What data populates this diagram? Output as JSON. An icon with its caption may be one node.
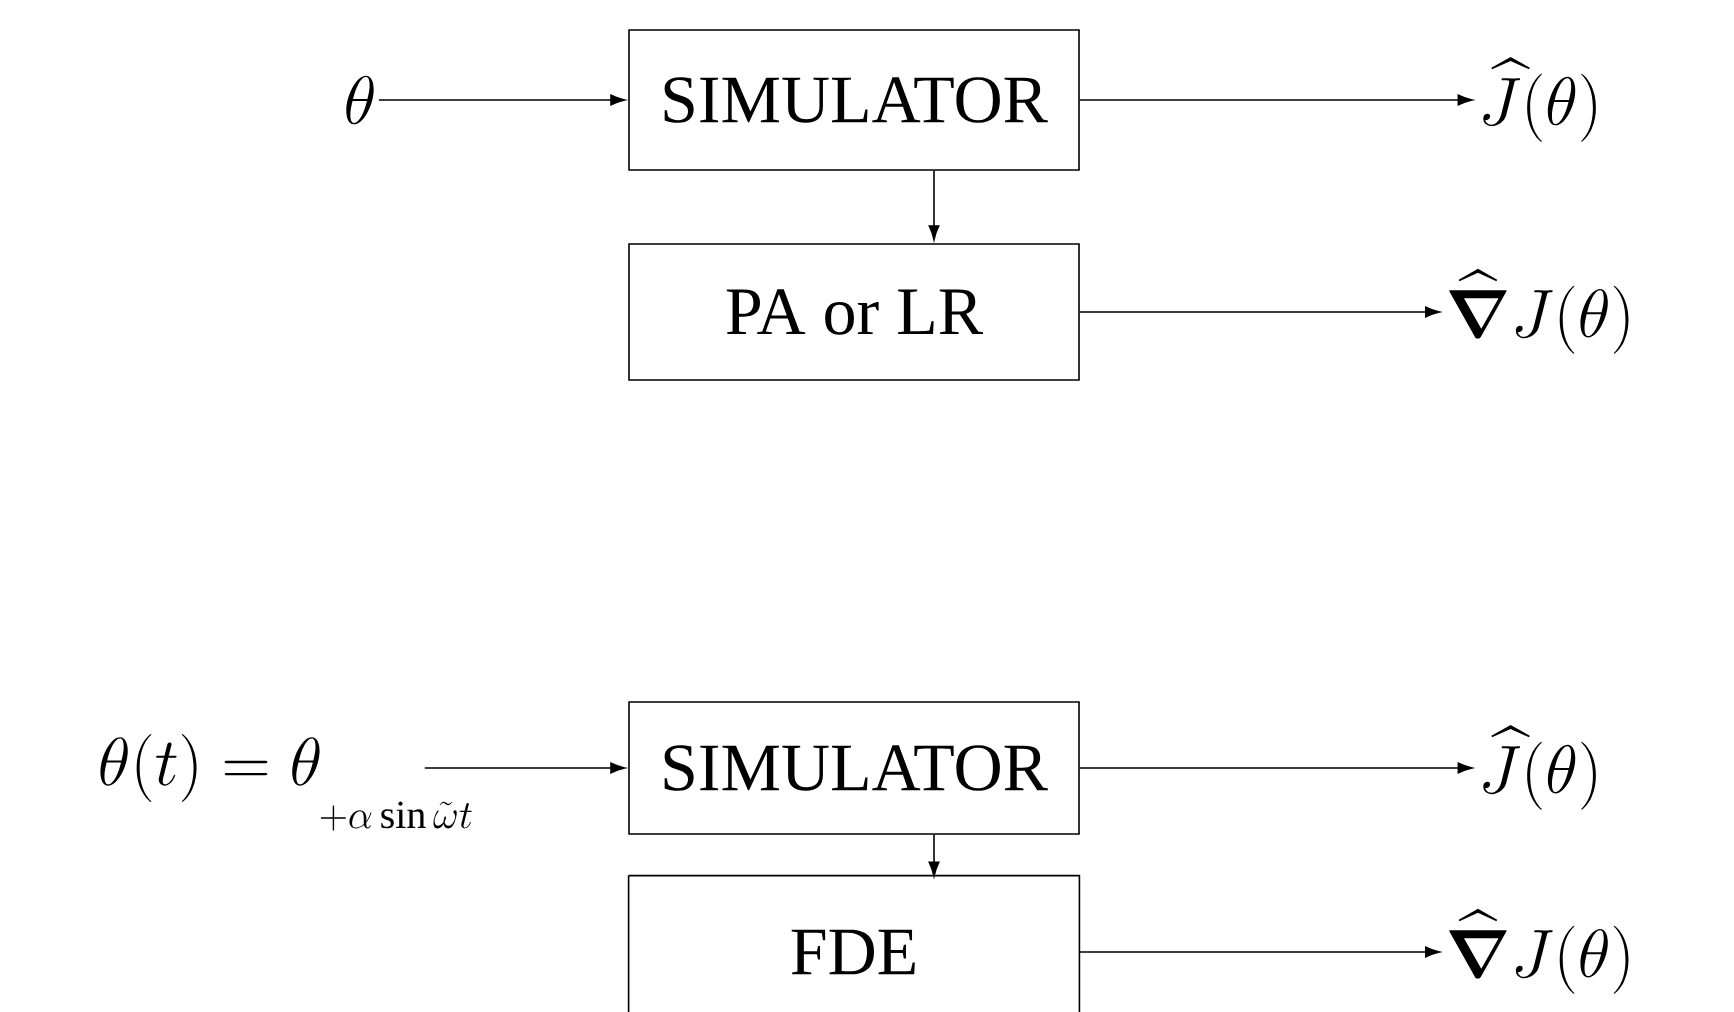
{
  "diagram": {
    "nodes": [
      {
        "text": [
          "\\theta"
        ]
      },
      {
        "text": [
          "SIMULATOR"
        ]
      },
      {
        "text": [
          "\\widehat{J}(\\theta)"
        ]
      },
      {
        "text": [
          "PA or LR"
        ]
      },
      {
        "text": [
          "\\widehat{\\boldsymbol{\\nabla}} J(\\theta)"
        ]
      },
      {
        "text": [
          "\\theta(t) = \\theta"
        ],
        "beside": [
          "+\\alpha \\sin \\tilde{\\omega} t"
        ]
      },
      {
        "text": [
          "SIMULATOR"
        ]
      },
      {
        "text": [
          "\\widehat{J}(\\theta)"
        ]
      },
      {
        "text": [
          "FDE"
        ]
      },
      {
        "text": [
          "\\widehat{\\boldsymbol{\\nabla}} J(\\theta)"
        ]
      }
    ],
    "edges": [
      {
        "from": 0,
        "to": 1,
        "arrow": "to"
      },
      {
        "from": 1,
        "to": 2,
        "arrow": "to"
      },
      {
        "from": 1,
        "to": 3,
        "arrow": "to"
      },
      {
        "from": 3,
        "to": 4,
        "arrow": "to"
      },
      {
        "from": 5,
        "to": 6,
        "arrow": "to"
      },
      {
        "from": 6,
        "to": 7,
        "arrow": "to"
      },
      {
        "from": 6,
        "to": 8,
        "arrow": "to"
      },
      {
        "from": 8,
        "to": 9,
        "arrow": "to"
      }
    ]
  }
}
